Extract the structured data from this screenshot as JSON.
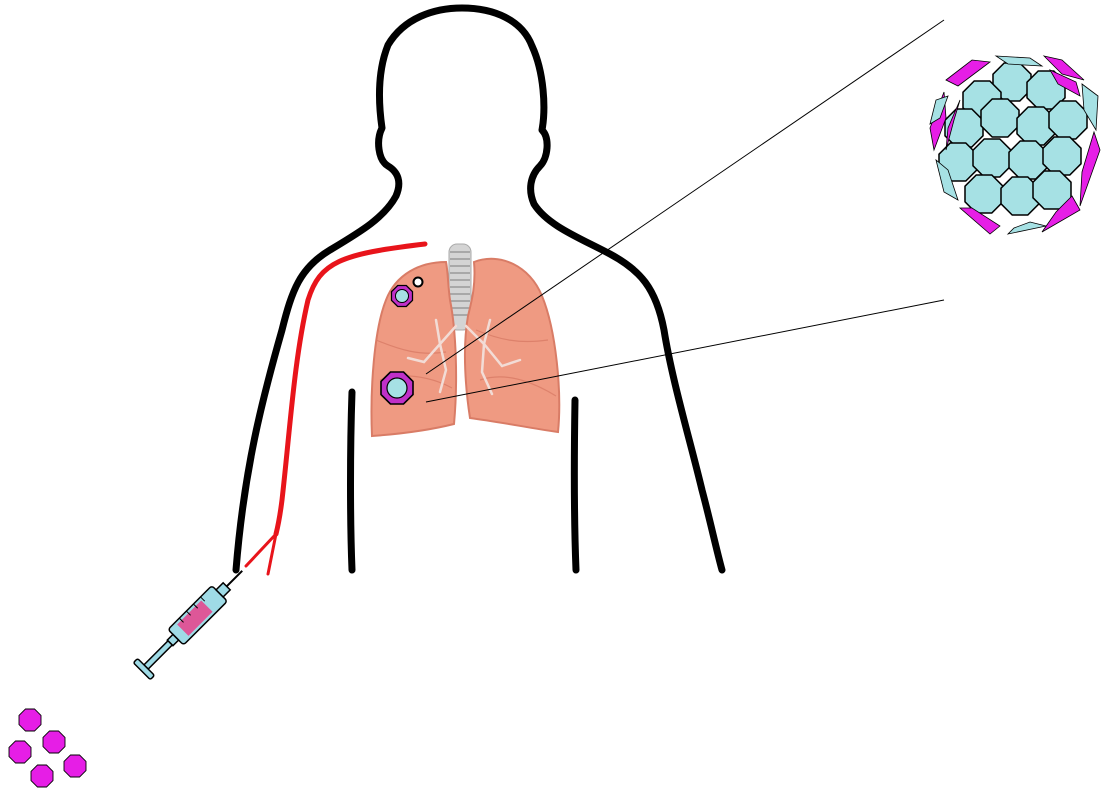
{
  "diagram": {
    "elements": [
      "body-outline",
      "lungs",
      "trachea",
      "blood-vessel",
      "syringe",
      "nanoparticles",
      "tumor-small",
      "tumor-large",
      "zoomed-particle-cluster"
    ]
  },
  "colors": {
    "outline": "#000000",
    "vessel": "#e8141b",
    "lung_fill": "#ef9a82",
    "lung_dark": "#d97c66",
    "trachea": "#c9c9c9",
    "particle_magenta": "#e61ee6",
    "particle_cyan": "#a6e1e4",
    "syringe_barrel": "#9fdbe6",
    "syringe_fluid": "#e8408a"
  },
  "icons": [
    "syringe-icon",
    "nanoparticle-icon",
    "tumor-icon"
  ]
}
